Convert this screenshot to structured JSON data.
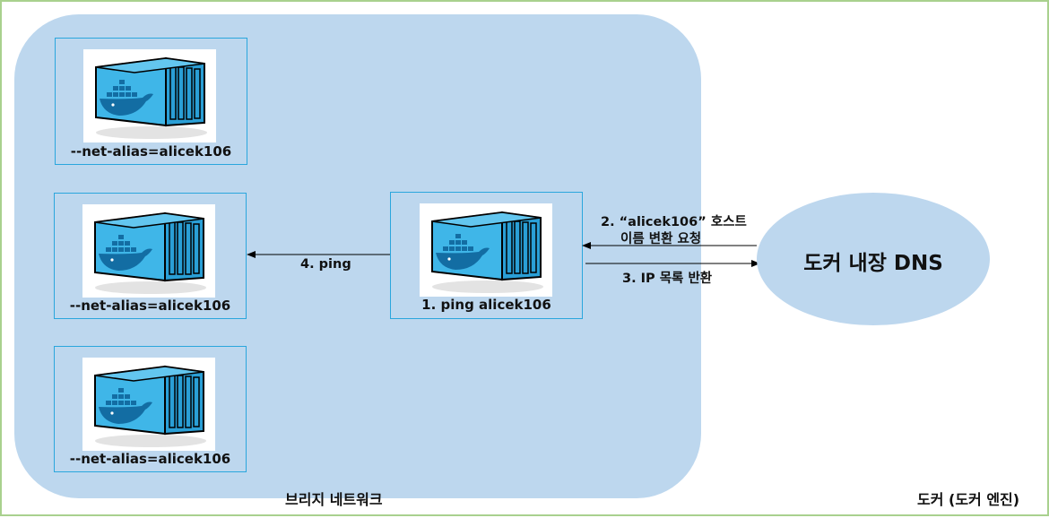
{
  "containers": {
    "top_alias": "--net-alias=alicek106",
    "mid_alias": "--net-alias=alicek106",
    "bottom_alias": "--net-alias=alicek106",
    "caller_label": "1. ping alicek106"
  },
  "arrows": {
    "ping_label": "4. ping",
    "request_line1": "2. “alicek106” 호스트",
    "request_line2": "이름 변환 요청",
    "response_label": "3. IP 목록 반환"
  },
  "dns": {
    "label": "도커 내장 DNS"
  },
  "network_label": "브리지 네트워크",
  "engine_label": "도커 (도커 엔진)",
  "colors": {
    "frame_border": "#a9d18e",
    "network_fill": "#bdd7ee",
    "container_border": "#2aa6dd",
    "container_blue": "#3fb6e8"
  },
  "icons": [
    "docker-container-icon"
  ]
}
